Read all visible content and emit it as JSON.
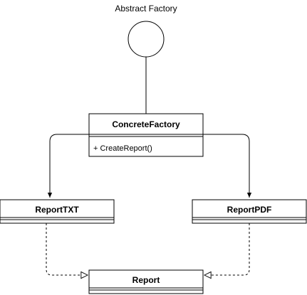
{
  "diagram": {
    "interface_label": "Abstract Factory",
    "concrete_factory": {
      "name": "ConcreteFactory",
      "method": "+ CreateReport()"
    },
    "report_txt": {
      "name": "ReportTXT"
    },
    "report_pdf": {
      "name": "ReportPDF"
    },
    "report": {
      "name": "Report"
    }
  },
  "colors": {
    "stroke": "#000000",
    "fill": "#ffffff",
    "text": "#000000"
  }
}
